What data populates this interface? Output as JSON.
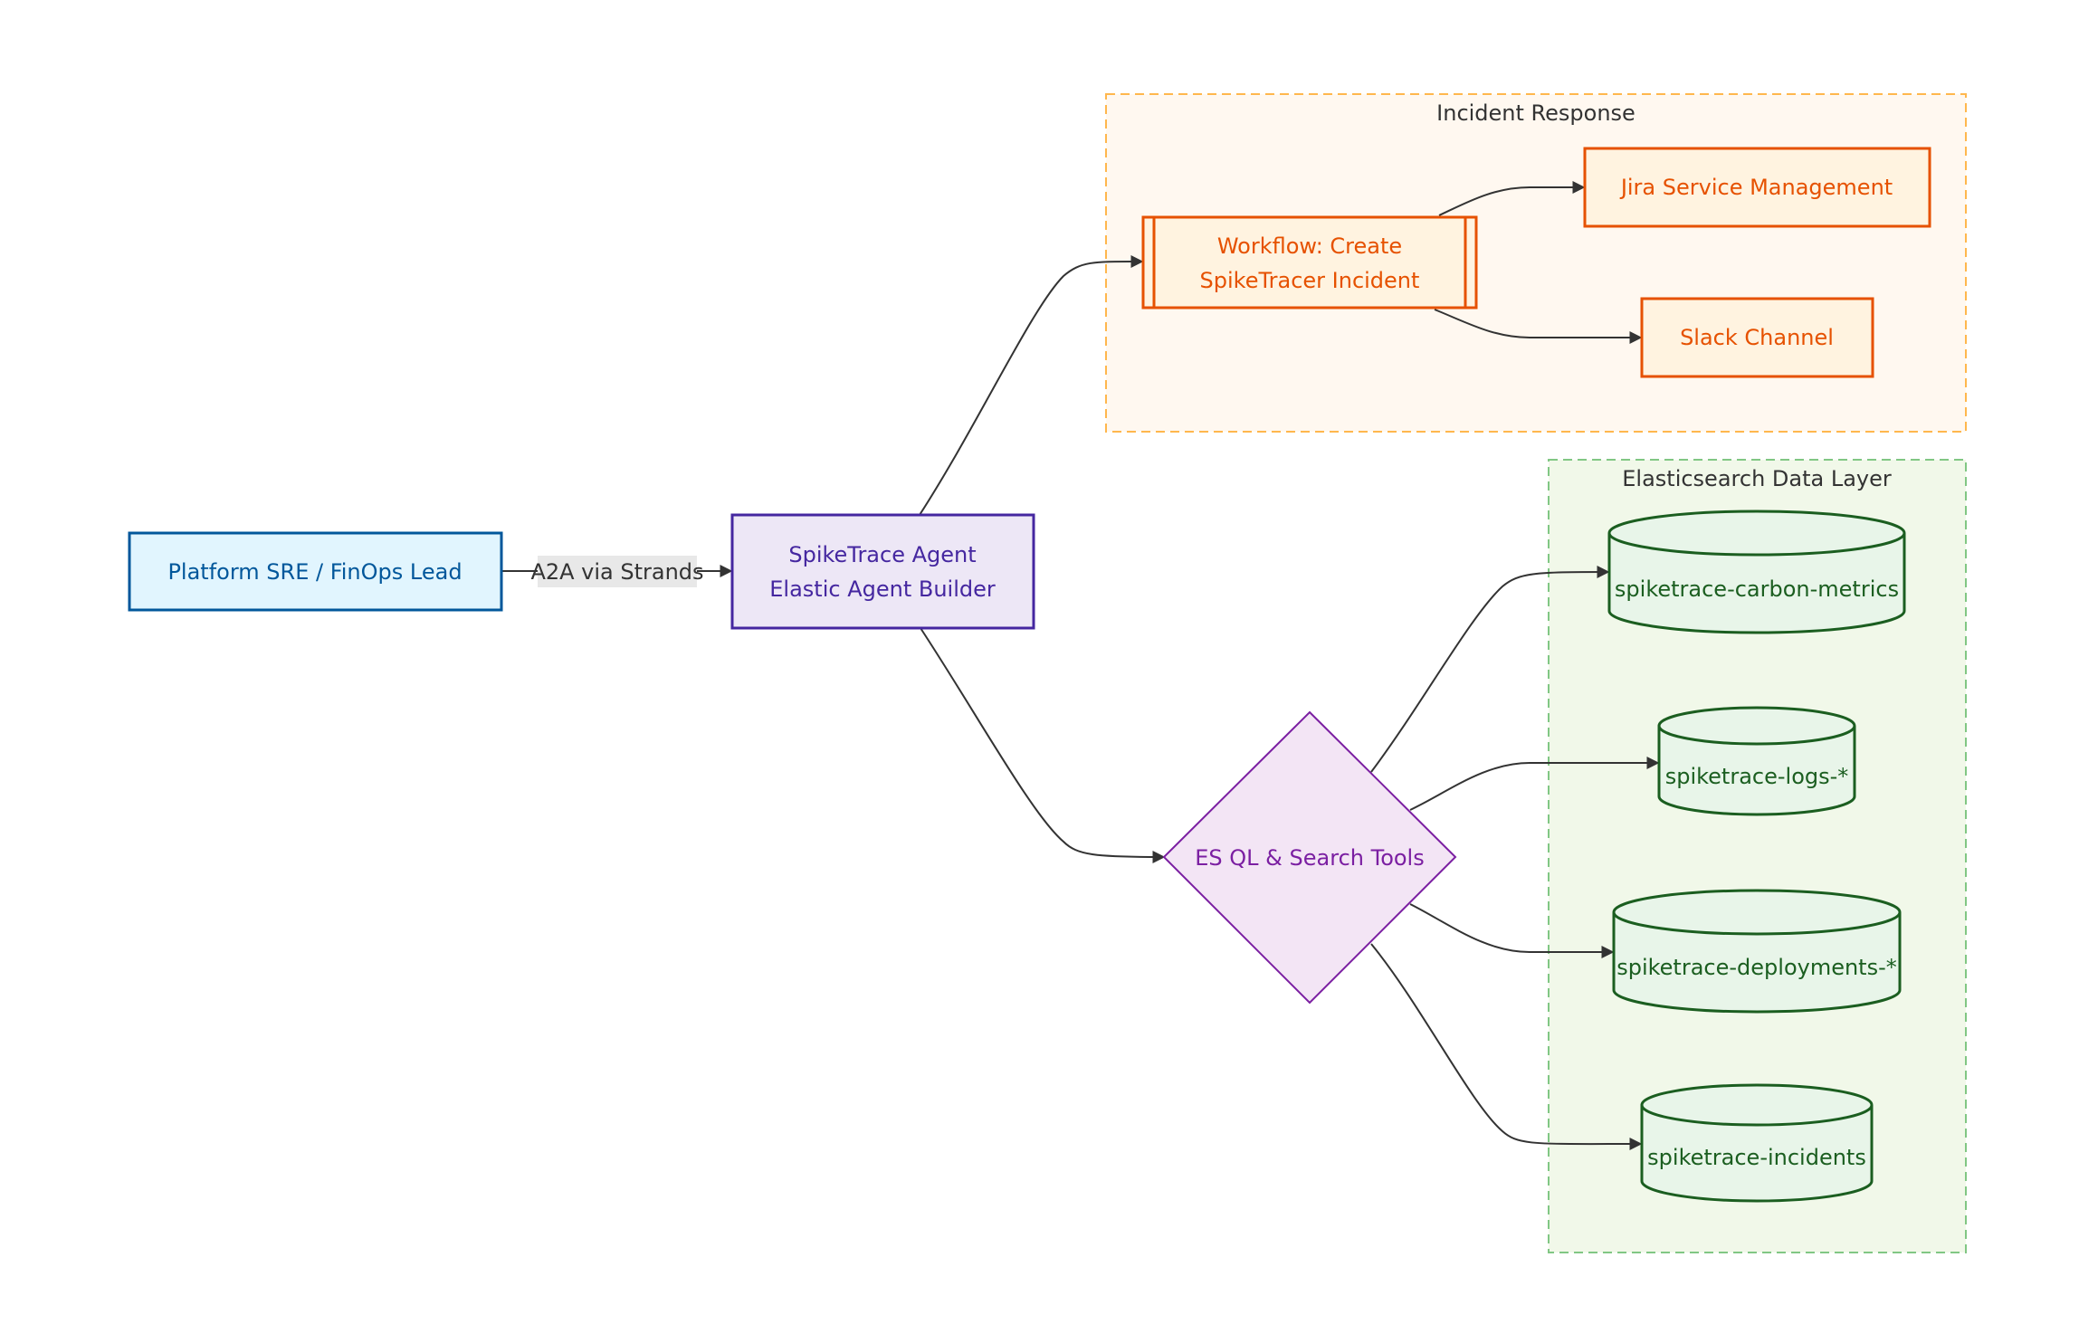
{
  "colors": {
    "user": {
      "fill": "#e1f5fe",
      "stroke": "#01579b",
      "text": "#01579b"
    },
    "agent": {
      "fill": "#ede7f6",
      "stroke": "#4527a0",
      "text": "#4527a0"
    },
    "tools": {
      "fill": "#f3e5f5",
      "stroke": "#7b1fa2",
      "text": "#7b1fa2"
    },
    "incident": {
      "fill": "#fff3e0",
      "stroke": "#e65100",
      "text": "#e65100"
    },
    "data": {
      "fill": "#e8f5e9",
      "stroke": "#1b5e20",
      "text": "#1b5e20"
    },
    "incident_group": {
      "fill": "#fff8f0",
      "stroke": "#ffb74d"
    },
    "data_group": {
      "fill": "#f1f8e9",
      "stroke": "#81c784"
    }
  },
  "groups": {
    "incident_response": {
      "title": "Incident Response"
    },
    "data_layer": {
      "title": "Elasticsearch Data Layer"
    }
  },
  "nodes": {
    "user": {
      "label": "Platform SRE / FinOps Lead"
    },
    "agent": {
      "line1": "SpikeTrace Agent",
      "line2": "Elastic Agent Builder"
    },
    "tools": {
      "label": "ES QL & Search Tools"
    },
    "workflow": {
      "line1": "Workflow: Create",
      "line2": "SpikeTracer Incident"
    },
    "jira": {
      "label": "Jira Service Management"
    },
    "slack": {
      "label": "Slack Channel"
    },
    "carbon": {
      "label": "spiketrace-carbon-metrics"
    },
    "logs": {
      "label": "spiketrace-logs-*"
    },
    "deployments": {
      "label": "spiketrace-deployments-*"
    },
    "incidents": {
      "label": "spiketrace-incidents"
    }
  },
  "edges": {
    "user_agent": {
      "label": "A2A via Strands"
    }
  }
}
